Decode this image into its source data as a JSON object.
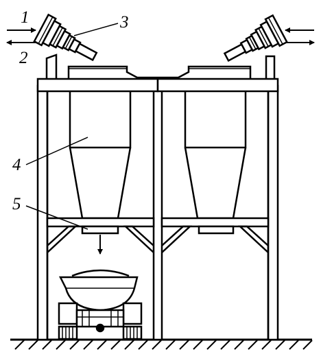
{
  "labels": {
    "one": "1",
    "two": "2",
    "three": "3",
    "four": "4",
    "five": "5"
  },
  "colors": {
    "line": "#000000",
    "background": "#ffffff"
  }
}
